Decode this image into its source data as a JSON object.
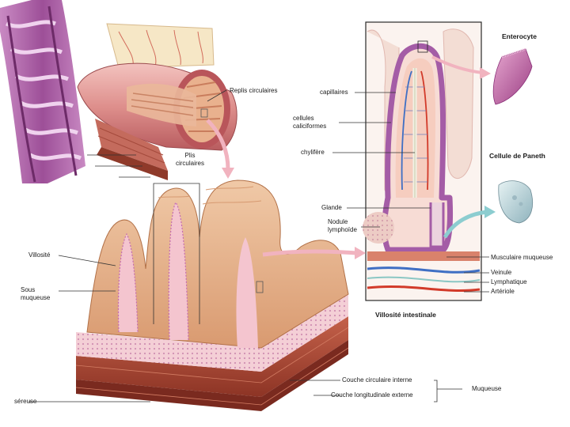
{
  "labels": {
    "replis_circulaires": "Replis circulaires",
    "plis_circulaires": "Plis\ncirculaires",
    "villosite": "Villosité",
    "sous_muqueuse": "Sous\nmuqueuse",
    "sereuse": "séreuse",
    "couche_circulaire": "Couche circulaire interne",
    "couche_longitudinale": "Couche longitudinale externe",
    "muqueuse": "Muqueuse",
    "capillaires": "capillaires",
    "cellules_caliciformes": "cellules\ncaliciformes",
    "chylifere": "chylifère",
    "glande": "Glande",
    "nodule_lymphoide": "Nodule\nlymphoïde",
    "enterocyte": "Enterocyte",
    "cellule_paneth": "Cellule de Paneth",
    "musculaire_muqueuse": "Musculaire muqueuse",
    "veinule": "Veinule",
    "lymphatique": "Lymphatique",
    "arteriole": "Artériole",
    "villosite_intestinale": "Villosité intestinale"
  },
  "colors": {
    "tissue_pink": "#e8a39b",
    "villus_tan": "#e7b58d",
    "muscle_red": "#a7452f",
    "epithelium_purple": "#a45ca6",
    "vein_blue": "#3f6fc4",
    "artery_red": "#d23a2a",
    "arrow_pink": "#f1b3bf",
    "arrow_teal": "#8ccdd0",
    "histology_purple": "#8c3f86"
  }
}
